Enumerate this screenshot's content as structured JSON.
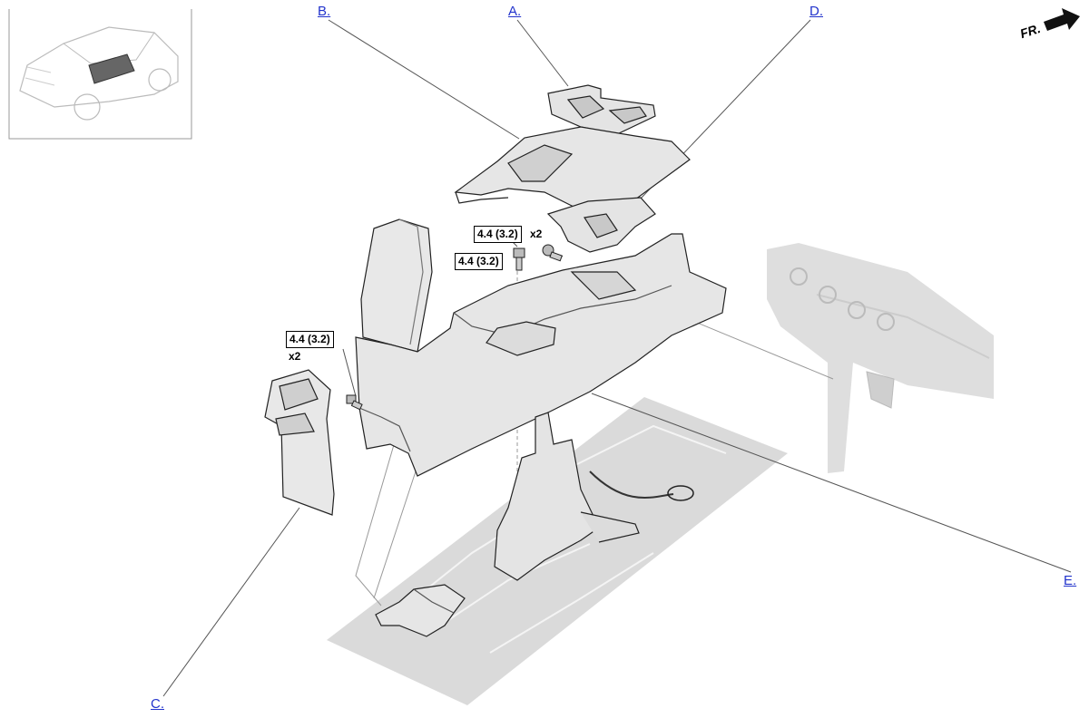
{
  "callouts": {
    "a": "A.",
    "b": "B.",
    "c": "C.",
    "d": "D.",
    "e": "E."
  },
  "torque_specs": [
    {
      "value": "4.4 (3.2)",
      "qty": "x2"
    },
    {
      "value": "4.4 (3.2)",
      "qty": ""
    },
    {
      "value": "4.4 (3.2)",
      "qty": "x2"
    }
  ],
  "front_indicator": "FR.",
  "colors": {
    "link": "#2233cc",
    "line": "#444444",
    "part_fill": "#e2e2e2",
    "part_stroke": "#222222",
    "background_shade": "#dadada"
  },
  "icons": {
    "front_arrow": "front-arrow-icon",
    "vehicle_locator": "vehicle-locator-icon",
    "bolt": "bolt-icon"
  }
}
